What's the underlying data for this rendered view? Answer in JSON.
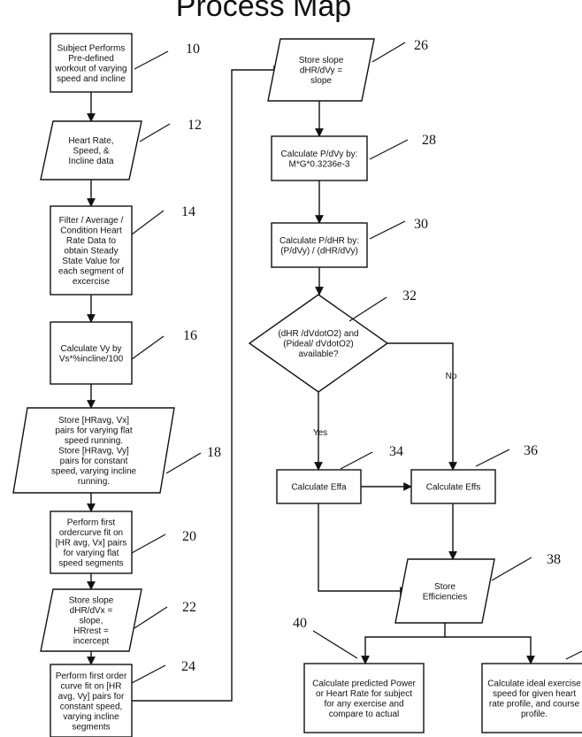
{
  "title": "Process Map",
  "nodes": [
    {
      "id": "n10",
      "lines": [
        "Subject Performs",
        "Pre-defined",
        "workout of varying",
        "speed and incline"
      ]
    },
    {
      "id": "n12",
      "lines": [
        "Heart Rate,",
        "Speed, &",
        "Incline data"
      ]
    },
    {
      "id": "n14",
      "lines": [
        "Filter /  Average /",
        "Condition Heart",
        "Rate Data to",
        "obtain Steady",
        "State Value for",
        "each segment of",
        "excercise"
      ]
    },
    {
      "id": "n16",
      "lines": [
        "Calculate Vy by",
        "Vs*%incline/100"
      ]
    },
    {
      "id": "n18",
      "lines": [
        "Store [HRavg, Vx]",
        "pairs for varying flat",
        "speed running.",
        "Store [HRavg, Vy]",
        "pairs for constant",
        "speed, varying  incline",
        "running."
      ]
    },
    {
      "id": "n20",
      "lines": [
        "Perform first",
        "ordercurve fit on",
        "[HR avg, Vx] pairs",
        "for varying flat",
        "speed segments"
      ]
    },
    {
      "id": "n22",
      "lines": [
        "Store slope",
        "dHR/dVx =",
        "slope,",
        "HRrest =",
        "incercept"
      ]
    },
    {
      "id": "n24",
      "lines": [
        "Perform first order",
        "curve fit on [HR",
        "avg, Vy] pairs for",
        "constant speed,",
        "varying incline",
        "segments"
      ]
    },
    {
      "id": "n26",
      "lines": [
        "Store slope",
        "dHR/dVy =",
        "slope"
      ]
    },
    {
      "id": "n28",
      "lines": [
        "Calculate P/dVy  by:",
        "M*G*0.3236e-3"
      ]
    },
    {
      "id": "n30",
      "lines": [
        "Calculate P/dHR by:",
        "(P/dVy) / (dHR/dVy)"
      ]
    },
    {
      "id": "n32",
      "lines": [
        "(dHR /dVdotO2) and",
        "(Pideal/ dVdotO2)",
        "available?"
      ]
    },
    {
      "id": "n34",
      "lines": [
        "Calculate Effa"
      ]
    },
    {
      "id": "n36",
      "lines": [
        "Calculate Effs"
      ]
    },
    {
      "id": "n38",
      "lines": [
        "Store",
        "Efficiencies"
      ]
    },
    {
      "id": "n40",
      "lines": [
        "Calculate predicted Power",
        "or Heart Rate for subject",
        "for any exercise and",
        "compare to actual"
      ]
    },
    {
      "id": "n42",
      "lines": [
        "Calculate ideal exercise",
        "speed for given heart",
        "rate profile, and course",
        "profile."
      ]
    }
  ],
  "refs": [
    {
      "id": "r10",
      "text": "10"
    },
    {
      "id": "r12",
      "text": "12"
    },
    {
      "id": "r14",
      "text": "14"
    },
    {
      "id": "r16",
      "text": "16"
    },
    {
      "id": "r18",
      "text": "18"
    },
    {
      "id": "r20",
      "text": "20"
    },
    {
      "id": "r22",
      "text": "22"
    },
    {
      "id": "r24",
      "text": "24"
    },
    {
      "id": "r26",
      "text": "26"
    },
    {
      "id": "r28",
      "text": "28"
    },
    {
      "id": "r30",
      "text": "30"
    },
    {
      "id": "r32",
      "text": "32"
    },
    {
      "id": "r34",
      "text": "34"
    },
    {
      "id": "r36",
      "text": "36"
    },
    {
      "id": "r38",
      "text": "38"
    },
    {
      "id": "r40",
      "text": "40"
    }
  ],
  "edges": [
    {
      "from": "n10",
      "to": "n12"
    },
    {
      "from": "n12",
      "to": "n14"
    },
    {
      "from": "n14",
      "to": "n16"
    },
    {
      "from": "n16",
      "to": "n18"
    },
    {
      "from": "n18",
      "to": "n20"
    },
    {
      "from": "n20",
      "to": "n22"
    },
    {
      "from": "n22",
      "to": "n24"
    },
    {
      "from": "n24",
      "to": "n26"
    },
    {
      "from": "n26",
      "to": "n28"
    },
    {
      "from": "n28",
      "to": "n30"
    },
    {
      "from": "n30",
      "to": "n32"
    },
    {
      "from": "n32",
      "to": "n34",
      "label": "Yes"
    },
    {
      "from": "n32",
      "to": "n36",
      "label": "No"
    },
    {
      "from": "n34",
      "to": "n36"
    },
    {
      "from": "n34",
      "to": "n38"
    },
    {
      "from": "n36",
      "to": "n38"
    },
    {
      "from": "n38",
      "to": "n40"
    },
    {
      "from": "n38",
      "to": "n42"
    }
  ]
}
